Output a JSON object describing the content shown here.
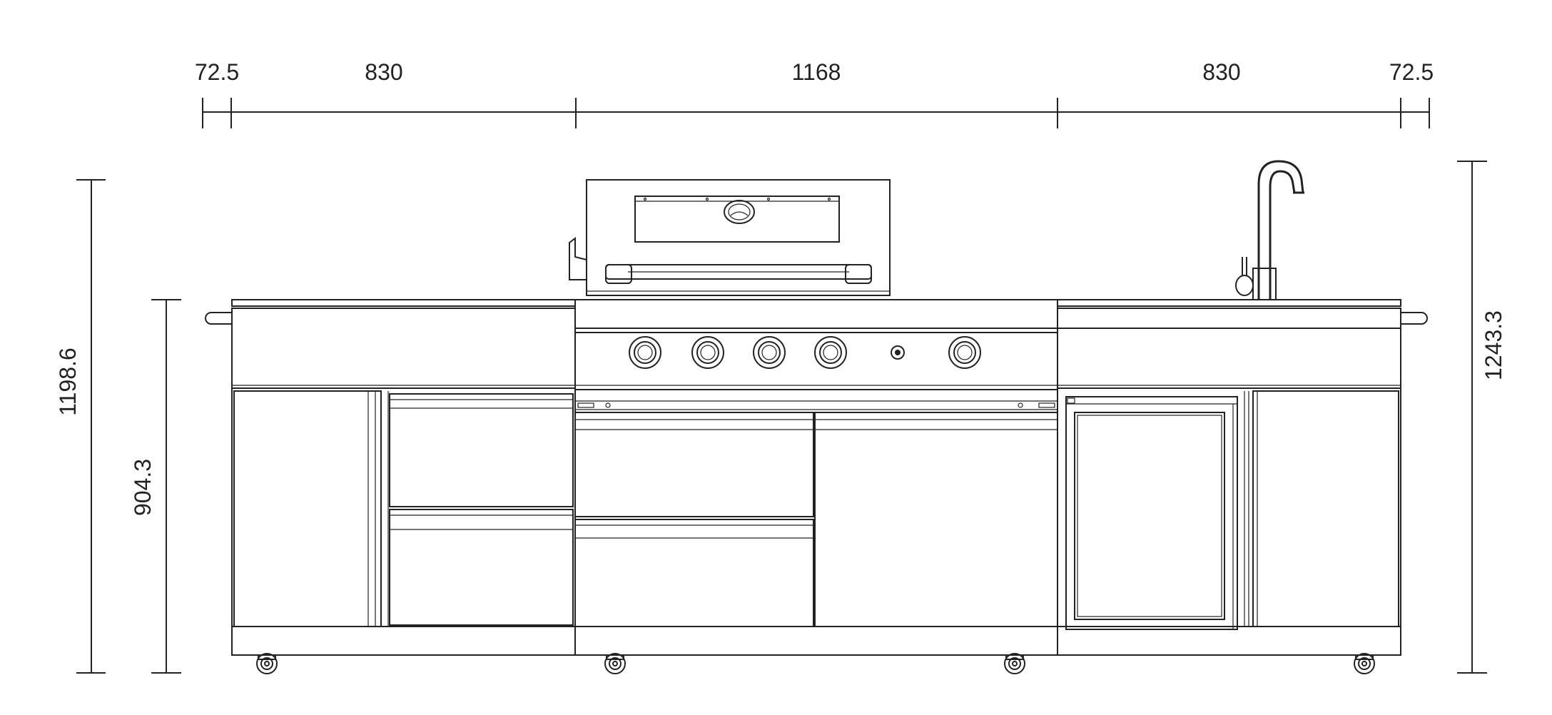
{
  "dimensions": {
    "top": [
      "72.5",
      "830",
      "1168",
      "830",
      "72.5"
    ],
    "left_overall_height": "1198.6",
    "left_counter_height": "904.3",
    "right_overall_height": "1243.3"
  },
  "colors": {
    "line": "#222222",
    "background": "#ffffff"
  }
}
